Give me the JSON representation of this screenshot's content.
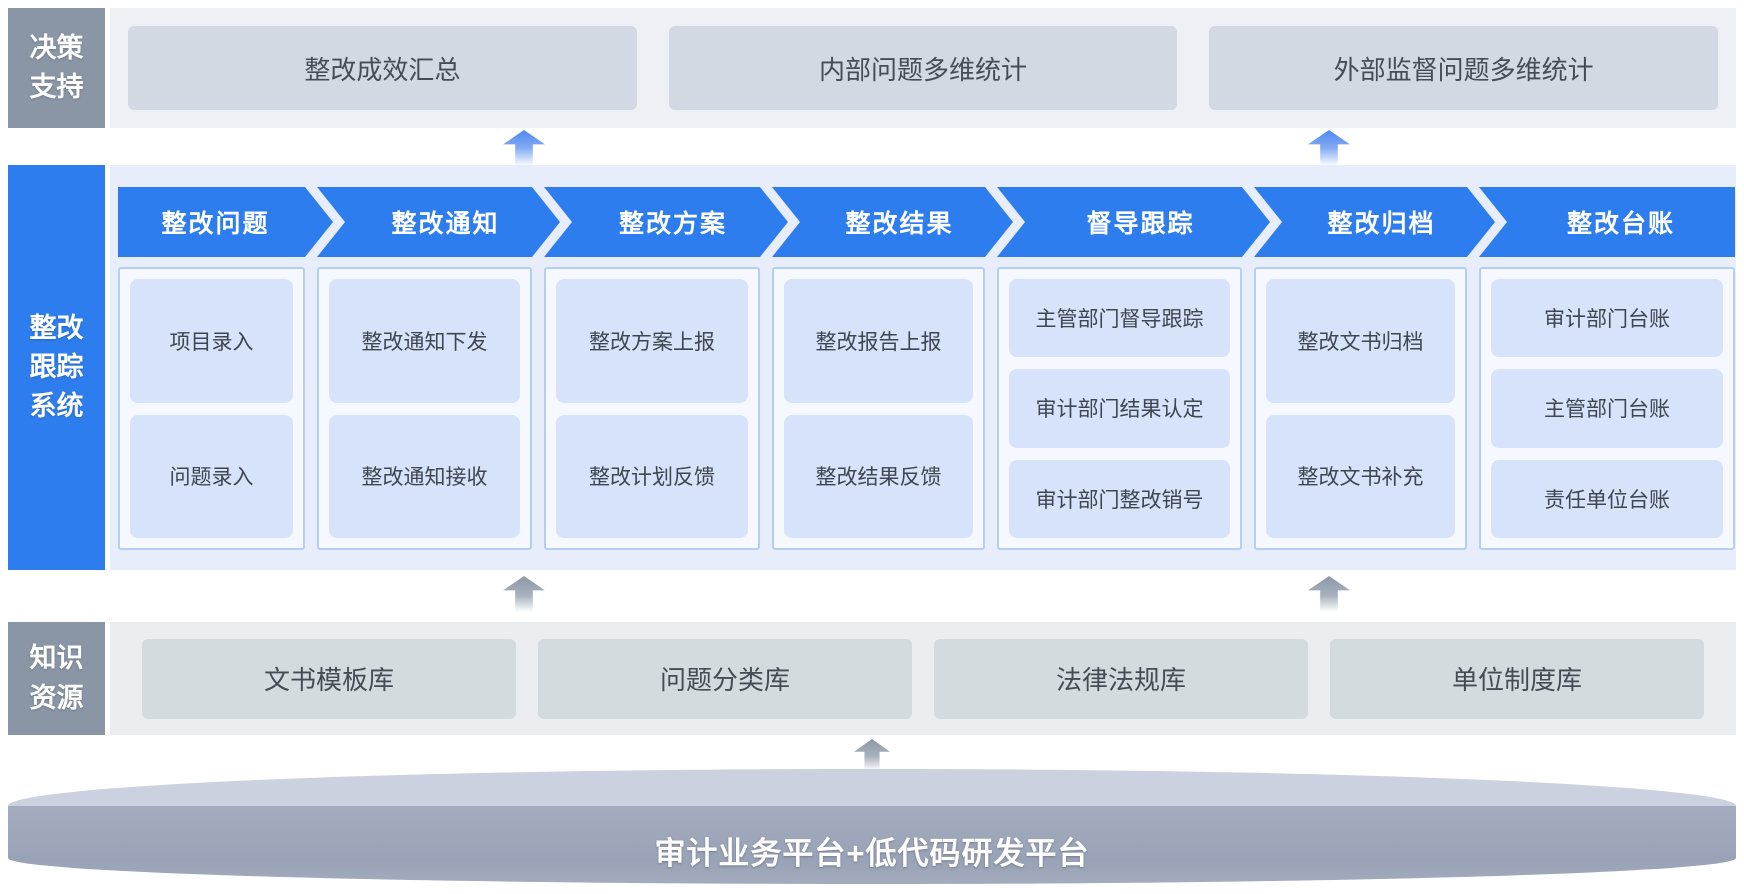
{
  "colors": {
    "accent_blue": "#2E7DEE",
    "slate_label": "#8A96A5",
    "mid_panel_bg": "#E7EDFB",
    "cell_bg": "#D7E3FA",
    "top_box_bg": "#D2D9E3",
    "knowledge_box_bg": "#D3DBDF",
    "cylinder_body": "#99A2B6"
  },
  "decision_support": {
    "label": "决策支持",
    "items": [
      "整改成效汇总",
      "内部问题多维统计",
      "外部监督问题多维统计"
    ]
  },
  "tracking_system": {
    "label": "整改跟踪系统",
    "stages": [
      {
        "title": "整改问题",
        "items": [
          "项目录入",
          "问题录入"
        ]
      },
      {
        "title": "整改通知",
        "items": [
          "整改通知下发",
          "整改通知接收"
        ]
      },
      {
        "title": "整改方案",
        "items": [
          "整改方案上报",
          "整改计划反馈"
        ]
      },
      {
        "title": "整改结果",
        "items": [
          "整改报告上报",
          "整改结果反馈"
        ]
      },
      {
        "title": "督导跟踪",
        "items": [
          "主管部门督导跟踪",
          "审计部门结果认定",
          "审计部门整改销号"
        ]
      },
      {
        "title": "整改归档",
        "items": [
          "整改文书归档",
          "整改文书补充"
        ]
      },
      {
        "title": "整改台账",
        "items": [
          "审计部门台账",
          "主管部门台账",
          "责任单位台账"
        ]
      }
    ]
  },
  "knowledge": {
    "label": "知识资源",
    "items": [
      "文书模板库",
      "问题分类库",
      "法律法规库",
      "单位制度库"
    ]
  },
  "platform": {
    "label": "审计业务平台+低代码研发平台"
  }
}
